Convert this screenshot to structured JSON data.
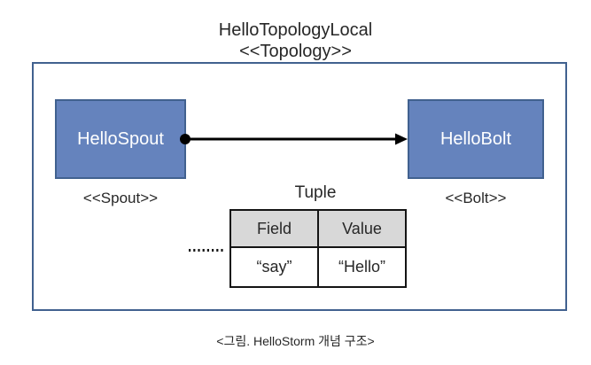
{
  "diagram": {
    "title": {
      "name": "HelloTopologyLocal",
      "stereotype": "<<Topology>>"
    },
    "nodes": [
      {
        "id": "spout",
        "label": "HelloSpout",
        "stereotype": "<<Spout>>",
        "fill": "#6583bd",
        "border": "#41618f",
        "text_color": "#ffffff"
      },
      {
        "id": "bolt",
        "label": "HelloBolt",
        "stereotype": "<<Bolt>>",
        "fill": "#6583bd",
        "border": "#41618f",
        "text_color": "#ffffff"
      }
    ],
    "connector": {
      "from": "spout",
      "to": "bolt",
      "source_marker": "filled-circle",
      "target_marker": "arrowhead",
      "color": "#000000"
    },
    "tuple": {
      "label": "Tuple",
      "leader": "·······",
      "columns": [
        "Field",
        "Value"
      ],
      "rows": [
        [
          "“say”",
          "“Hello”"
        ]
      ],
      "header_fill": "#d8d8d8",
      "cell_fill": "#ffffff",
      "border_color": "#141414"
    },
    "container": {
      "border_color": "#41618f"
    },
    "caption": "<그림. HelloStorm 개념 구조>"
  }
}
